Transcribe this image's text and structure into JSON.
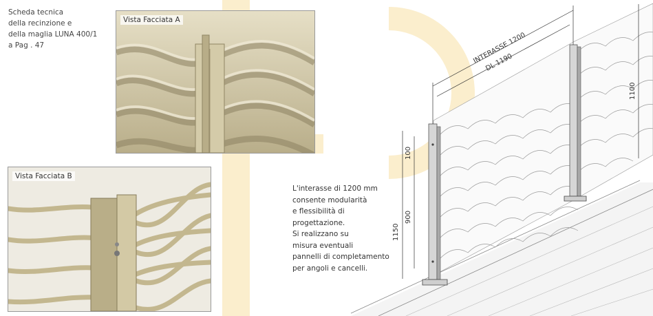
{
  "intro": {
    "lines": [
      "Scheda tecnica",
      "della recinzione e",
      "della maglia LUNA 400/1",
      "a Pag . 47"
    ]
  },
  "photos": {
    "a_label": "Vista Facciata A",
    "b_label": "Vista Facciata B"
  },
  "note": {
    "lines": [
      "L'interasse di 1200 mm",
      "consente modularità",
      "e flessibilità di",
      "progettazione.",
      "Si realizzano su",
      "misura eventuali",
      "pannelli di completamento",
      "per angoli e cancelli."
    ]
  },
  "drawing": {
    "interasse": "INTERASSE 1200",
    "dl": "DL 1190",
    "height_total": "1100",
    "dim_100": "100",
    "dim_900": "900",
    "dim_1150": "1150"
  },
  "colors": {
    "accent_band": "#fbeecd",
    "panel_tan": "#c9bf9a",
    "post_grey": "#c8c8c8"
  }
}
